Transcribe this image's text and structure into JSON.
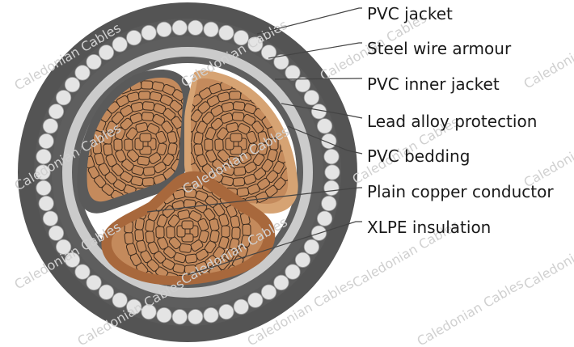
{
  "labels": [
    "PVC jacket",
    "Steel wire armour",
    "PVC inner jacket",
    "Lead alloy protection",
    "PVC bedding",
    "Plain copper conductor",
    "XLPE insulation"
  ],
  "watermark": "Caledonian Cables",
  "colors": {
    "outer_jacket": "#545454",
    "armour_bed": "#5a5a5a",
    "armour_wire": "#e4e4e4",
    "inner_jacket": "#5e5e5e",
    "lead_sheath": "#cbcbcb",
    "bedding": "#d8d8d8",
    "filler": "#ffffff",
    "insulation_dark": "#5a5a5a",
    "insulation_light": "#d6a373",
    "insulation_brown": "#a8683c",
    "copper": "#c48a5c",
    "copper_edge": "#3a2a1e",
    "leader": "#444444"
  }
}
